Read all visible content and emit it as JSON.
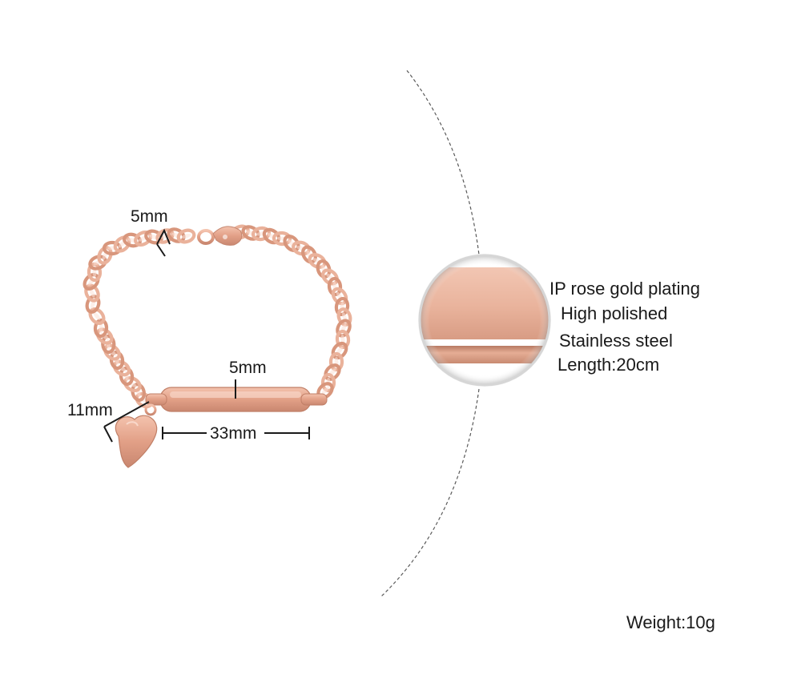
{
  "dimensions": {
    "chain_width": "5mm",
    "bar_height": "5mm",
    "charm_size": "11mm",
    "bar_length": "33mm"
  },
  "specs": {
    "plating": "IP rose gold plating",
    "finish": "High polished",
    "material": "Stainless steel",
    "length": "Length:20cm"
  },
  "weight": "Weight:10g",
  "colors": {
    "rose_gold": "#e7a58c",
    "rose_gold_dark": "#c98a70",
    "rose_gold_light": "#f6cdbb",
    "guide_line": "#5a5a5a"
  }
}
